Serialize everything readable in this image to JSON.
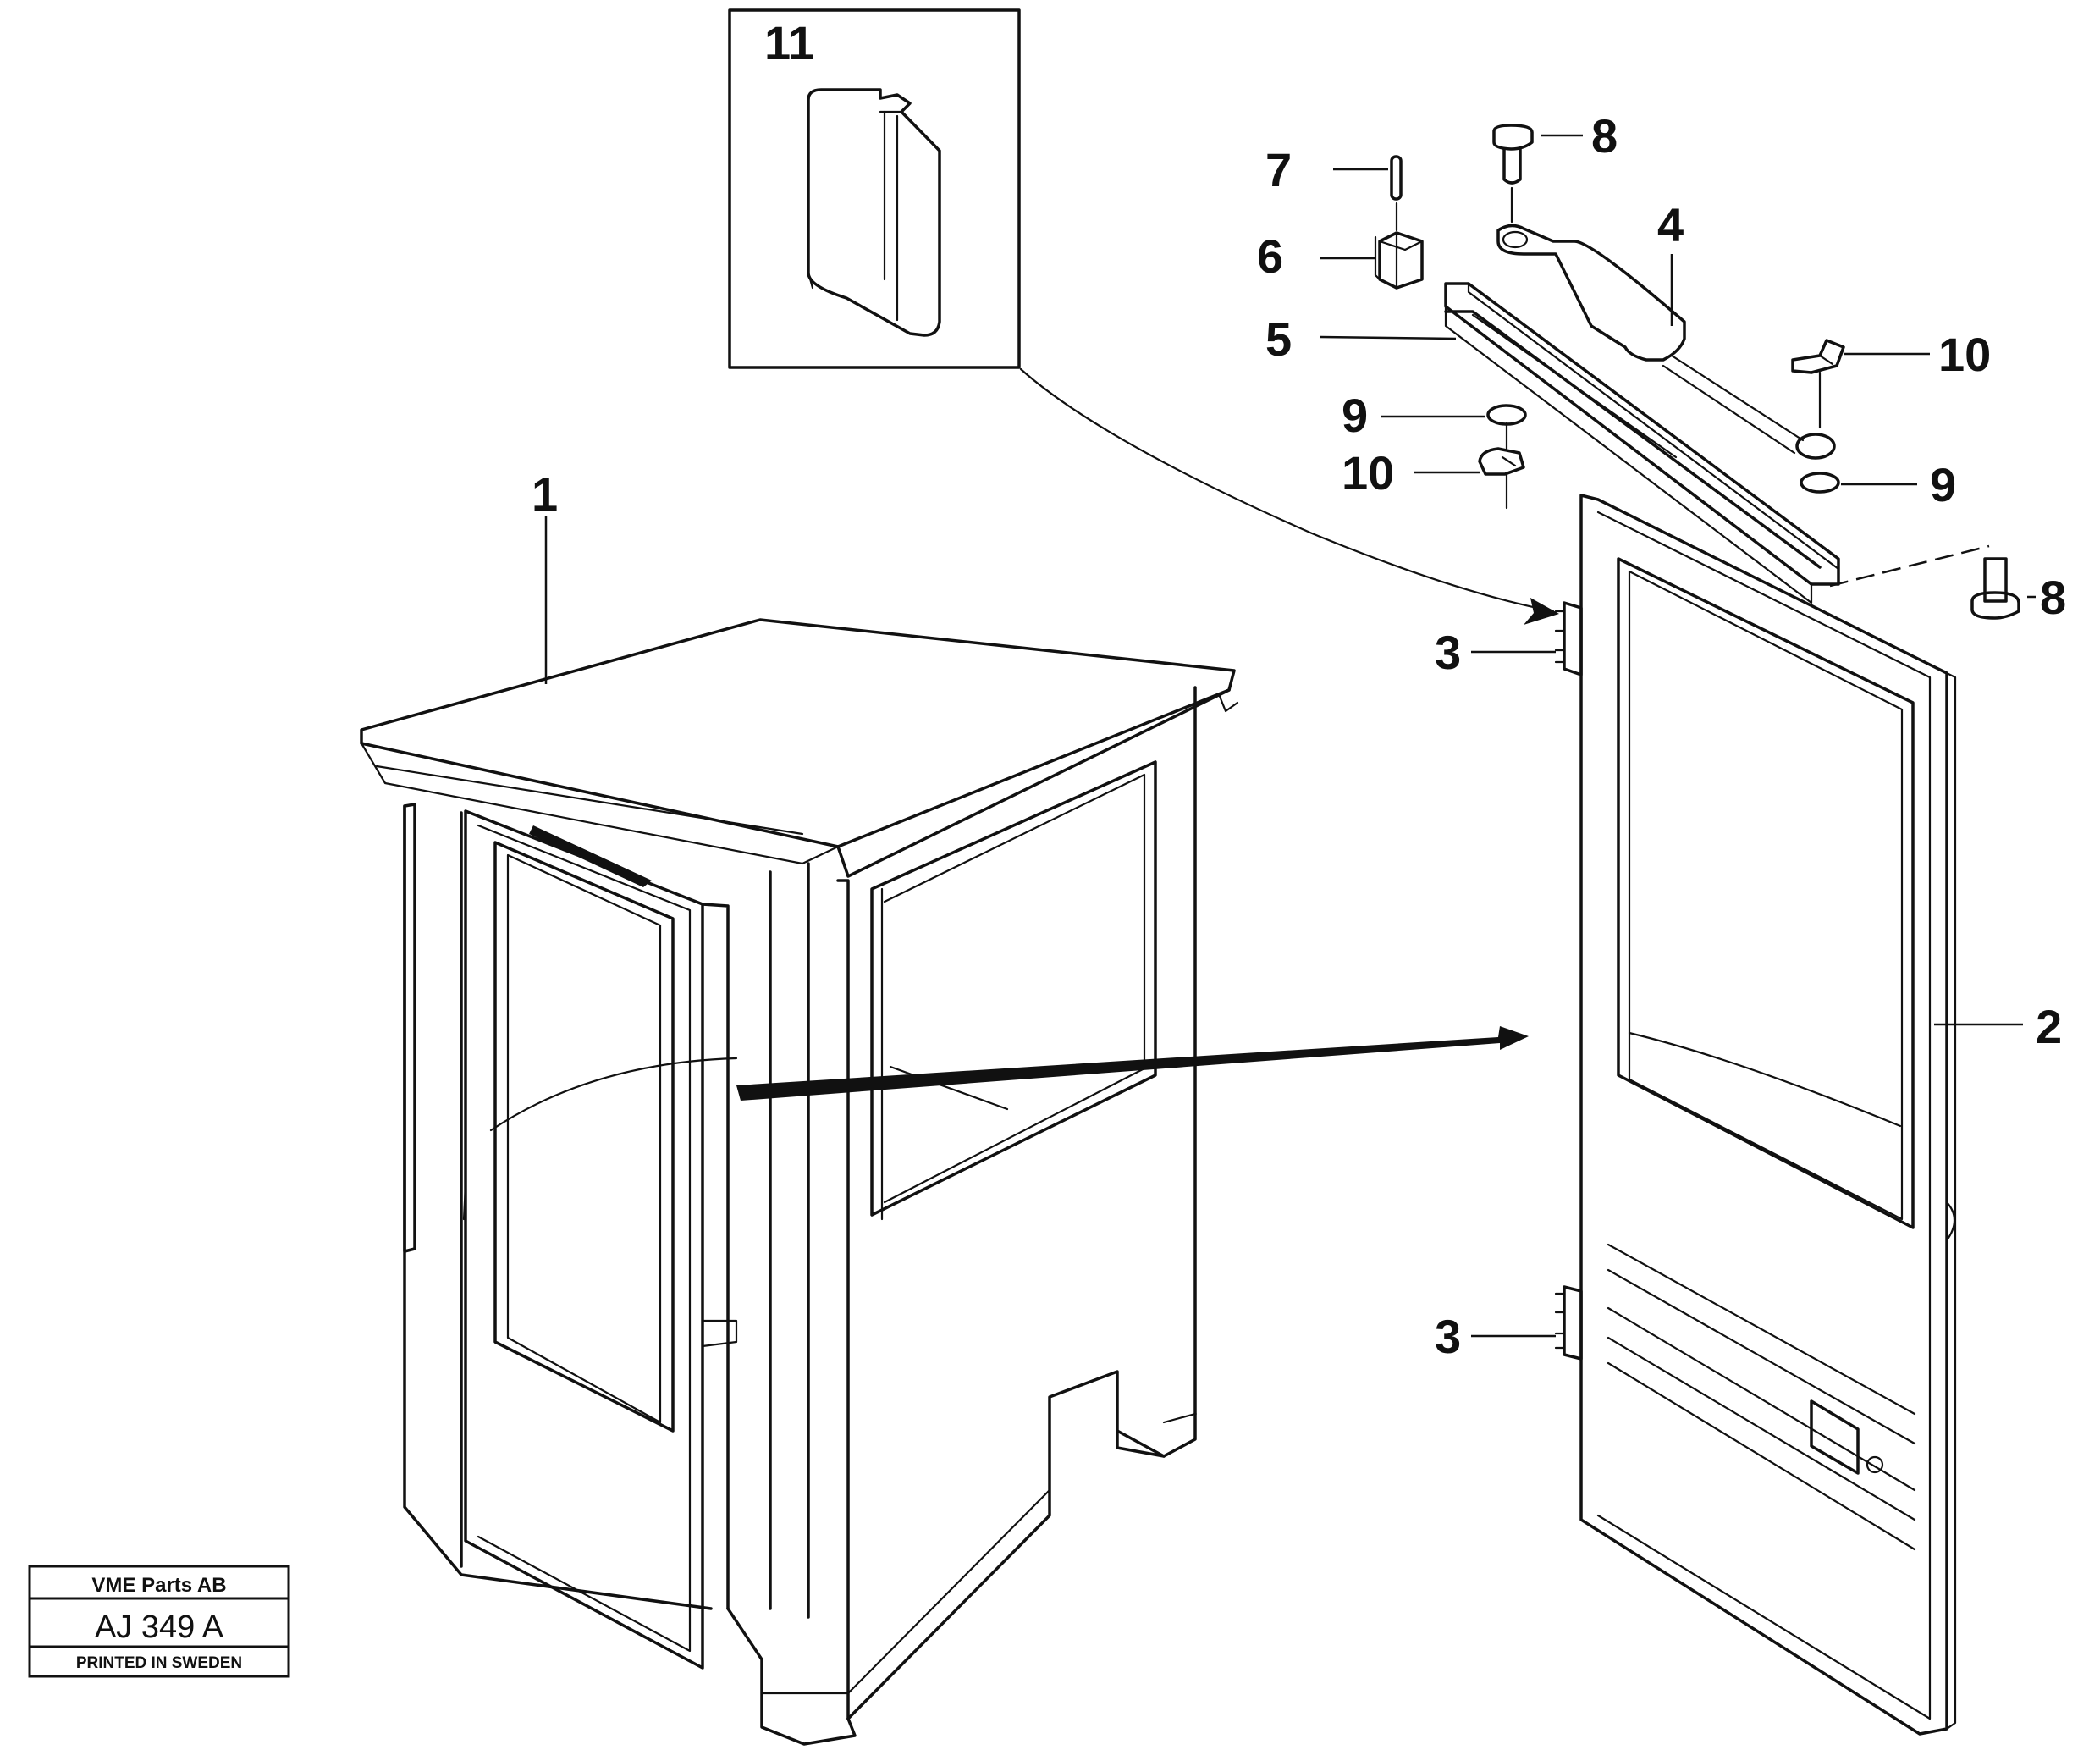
{
  "callouts": {
    "c1": "1",
    "c2": "2",
    "c3a": "3",
    "c3b": "3",
    "c4": "4",
    "c5": "5",
    "c6": "6",
    "c7": "7",
    "c8a": "8",
    "c8b": "8",
    "c9a": "9",
    "c9b": "9",
    "c10a": "10",
    "c10b": "10",
    "c11": "11"
  },
  "stamp": {
    "company": "VME Parts AB",
    "code": "AJ 349 A",
    "printed": "PRINTED IN SWEDEN"
  }
}
